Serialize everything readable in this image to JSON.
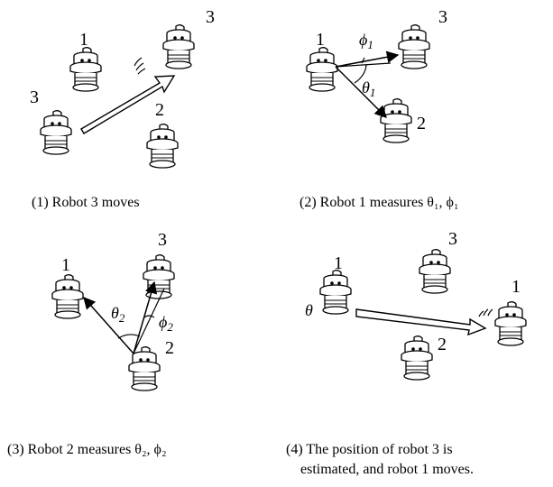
{
  "panels": [
    {
      "robot_labels": [
        "1",
        "3",
        "3",
        "2"
      ],
      "caption": "(1) Robot 3 moves"
    },
    {
      "robot_labels": [
        "1",
        "3",
        "2"
      ],
      "angle_labels": {
        "phi": "ϕ",
        "phi_sub": "1",
        "theta": "θ",
        "theta_sub": "1"
      },
      "caption": "(2) Robot 1 measures θ₁, ϕ₁"
    },
    {
      "robot_labels": [
        "1",
        "3",
        "2"
      ],
      "angle_labels": {
        "theta": "θ",
        "theta_sub": "2",
        "phi": "ϕ",
        "phi_sub": "2"
      },
      "caption": "(3) Robot 2 measures θ₂, ϕ₂"
    },
    {
      "robot_labels": [
        "1",
        "3",
        "1",
        "2"
      ],
      "angle_labels": {
        "theta": "θ"
      },
      "caption_line1": "(4) The position of robot 3 is",
      "caption_line2": "estimated, and robot 1 moves."
    }
  ]
}
